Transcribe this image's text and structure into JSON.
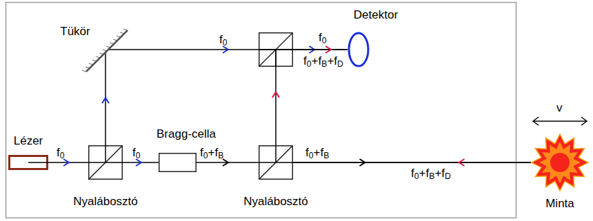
{
  "diagram": {
    "nodes": [
      {
        "text": [
          "Lézer"
        ]
      },
      {
        "text": [
          "Nyalábosztó"
        ]
      },
      {
        "text": [
          "Tükör"
        ]
      },
      {
        "text": [
          "Bragg-cella"
        ]
      },
      {
        "text": [
          "Nyalábosztó"
        ]
      },
      {
        "text": [
          "Detektor"
        ]
      },
      {
        "text": [
          "Minta"
        ]
      }
    ],
    "edges": [
      {
        "from": 0,
        "to": 1,
        "label": "f0",
        "arrow": "to"
      },
      {
        "from": 1,
        "to": 2,
        "arrow": "to"
      },
      {
        "from": 1,
        "to": 3,
        "label": "f0",
        "arrow": "to"
      },
      {
        "from": 3,
        "to": 4,
        "label": "f0+fB",
        "arrow": "to"
      },
      {
        "from": 4,
        "to": 6,
        "label": "f0+fB",
        "arrow": "to"
      },
      {
        "from": 6,
        "to": 4,
        "label": "f0+fB+fD",
        "arrow": "to"
      },
      {
        "from": 2,
        "to": 5,
        "label": "f0",
        "arrow": "to"
      },
      {
        "from": 4,
        "to": 5,
        "arrow": "to"
      }
    ],
    "labels": [
      "f0",
      "f0+fB+fD",
      "v"
    ]
  }
}
